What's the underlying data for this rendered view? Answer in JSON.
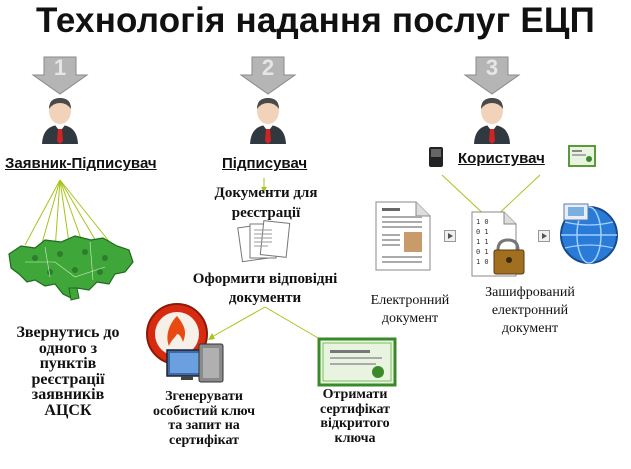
{
  "title": "Технологія надання послуг ЕЦП",
  "steps": [
    {
      "number": "1",
      "role": "Заявник-Підписувач"
    },
    {
      "number": "2",
      "role": "Підписувач"
    },
    {
      "number": "3",
      "role": "Користувач"
    }
  ],
  "labels": {
    "docs_for_registration": "Документи для реєстрації",
    "prepare_docs": "Оформити відповідні документи",
    "apply_registration_line1": "Звернутись до",
    "apply_registration_line2": "одного з",
    "apply_registration_line3": "пунктів",
    "apply_registration_line4": "реєстрації",
    "apply_registration_line5": "заявників",
    "apply_registration_line6": "АЦСК",
    "generate_key_line1": "Згенерувати",
    "generate_key_line2": "особистий ключ",
    "generate_key_line3": "та запит на",
    "generate_key_line4": "сертифікат",
    "get_cert_line1": "Отримати",
    "get_cert_line2": "сертифікат",
    "get_cert_line3": "відкритого",
    "get_cert_line4": "ключа",
    "electronic_doc_line1": "Електронний",
    "electronic_doc_line2": "документ",
    "encrypted_doc_line1": "Зашифрований",
    "encrypted_doc_line2": "електронний",
    "encrypted_doc_line3": "документ"
  },
  "colors": {
    "arrow_gray": "#b5b5b5",
    "connector_green": "#a6c41a",
    "person_red": "#d32424",
    "person_dark": "#303840",
    "map_green": "#3fa63a"
  }
}
